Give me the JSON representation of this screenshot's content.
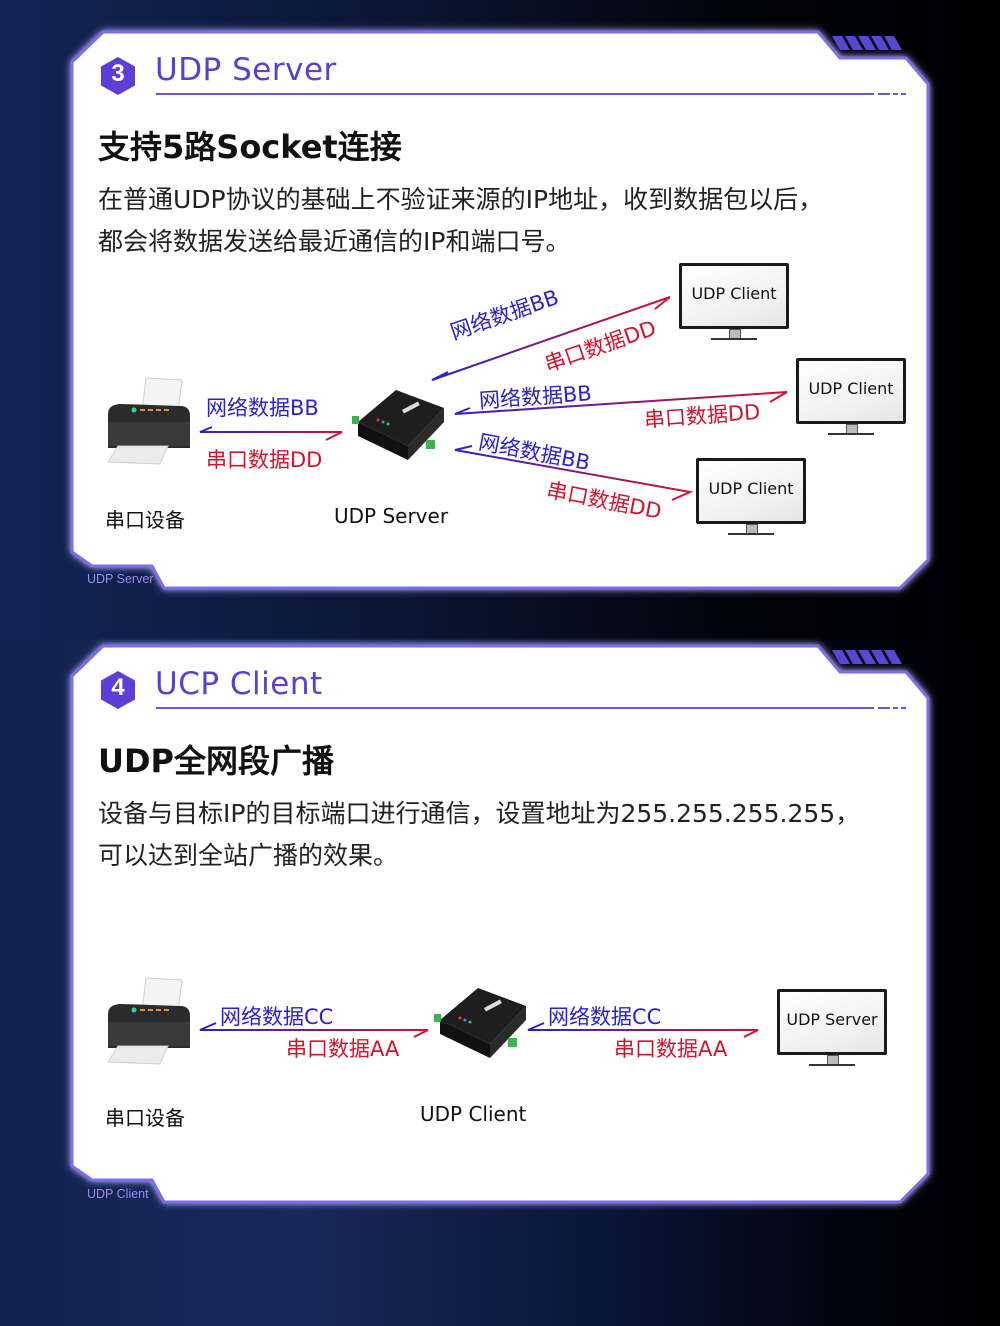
{
  "colors": {
    "accent": "#5a3fd0",
    "frame_border": "#7b6cf0",
    "network_data": "#2a22cc",
    "serial_data": "#d4122e",
    "background_dark": "#02030d",
    "background_blue": "#17295a"
  },
  "sections": [
    {
      "number": "3",
      "title": "UDP Server",
      "headline": "支持5路Socket连接",
      "description_lines": [
        "在普通UDP协议的基础上不验证来源的IP地址，收到数据包以后，",
        "都会将数据发送给最近通信的IP和端口号。"
      ],
      "corner_tag": "UDP Server",
      "diagram": {
        "serial_device_label": "串口设备",
        "center_device_label": "UDP Server",
        "left_link": {
          "network": "网络数据BB",
          "serial": "串口数据DD"
        },
        "links": [
          {
            "network": "网络数据BB",
            "serial": "串口数据DD",
            "target": "UDP Client"
          },
          {
            "network": "网络数据BB",
            "serial": "串口数据DD",
            "target": "UDP Client"
          },
          {
            "network": "网络数据BB",
            "serial": "串口数据DD",
            "target": "UDP Client"
          }
        ]
      }
    },
    {
      "number": "4",
      "title": "UCP Client",
      "headline": "UDP全网段广播",
      "description_lines": [
        "设备与目标IP的目标端口进行通信，设置地址为255.255.255.255，",
        "可以达到全站广播的效果。"
      ],
      "corner_tag": "UDP Client",
      "diagram": {
        "serial_device_label": "串口设备",
        "center_device_label": "UDP Client",
        "left_link": {
          "network": "网络数据CC",
          "serial": "串口数据AA"
        },
        "right_link": {
          "network": "网络数据CC",
          "serial": "串口数据AA"
        },
        "target": "UDP Server"
      }
    }
  ]
}
